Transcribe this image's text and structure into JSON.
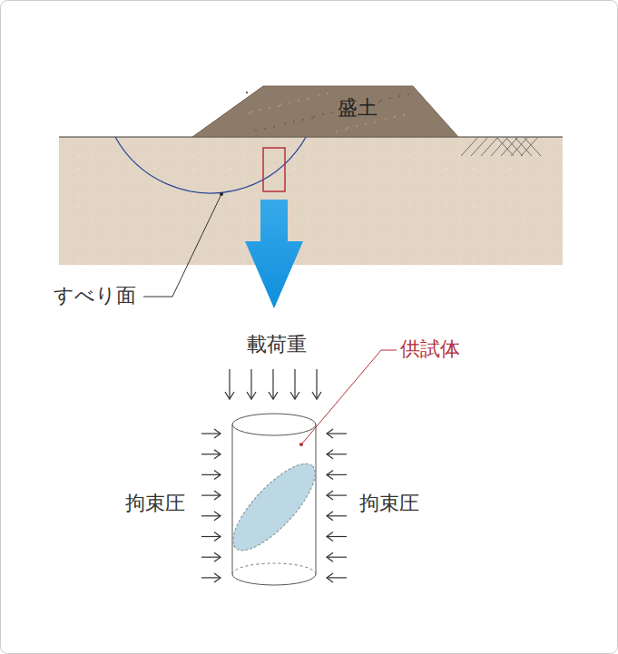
{
  "diagram": {
    "nodes": [
      {
        "text": [
          "盛土"
        ]
      }
    ],
    "labels": [
      "すべり面",
      "載荷重",
      "供試体",
      "拘束圧",
      "拘束圧"
    ]
  }
}
